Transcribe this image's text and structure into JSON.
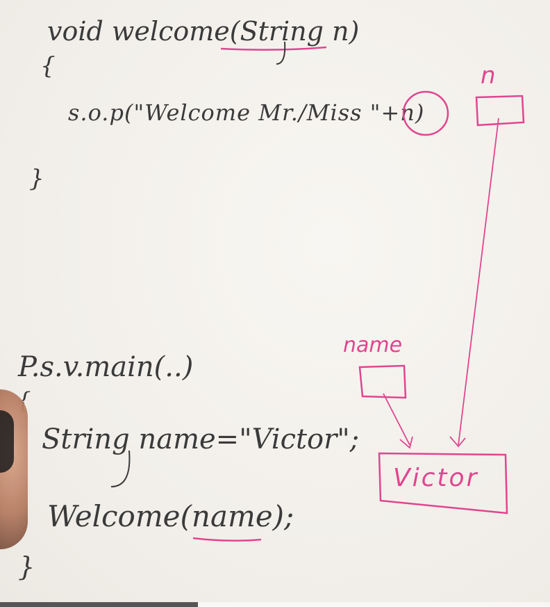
{
  "code_top": {
    "signature": "void welcome(String n)",
    "open_brace": "{",
    "statement": "s.o.p(\"Welcome Mr./Miss \"+n)",
    "close_brace": "}"
  },
  "code_bottom": {
    "main": "P.s.v.main(..)",
    "open_brace": "{",
    "declaration": "String name=\"Victor\";",
    "call": "Welcome(name);",
    "close_brace": "}"
  },
  "diagram": {
    "label_n": "n",
    "label_name": "name",
    "value_box": "Victor"
  },
  "colors": {
    "ink": "#3a3a3a",
    "marker_pink": "#e0458f",
    "board": "#f4f1ec"
  },
  "video_progress": 0.36
}
